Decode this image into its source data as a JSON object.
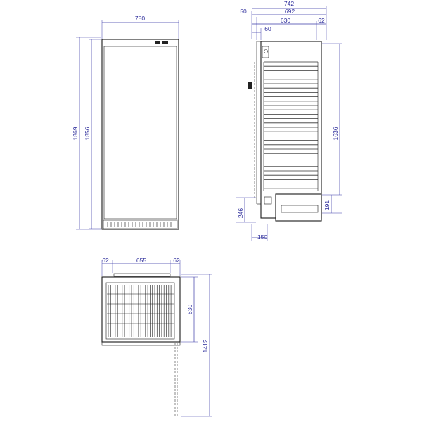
{
  "dimensions": {
    "front_width": "780",
    "front_height_total": "1869",
    "front_height_body": "1856",
    "side_total_depth": "742",
    "side_left_offset": "50",
    "side_depth_692": "692",
    "side_depth_630": "630",
    "side_right_offset": "62",
    "side_inner_offset": "60",
    "side_inner_height": "1636",
    "side_base_height": "246",
    "side_bottom_shelf": "191",
    "side_base_depth": "150",
    "top_left_offset": "62",
    "top_width_655": "655",
    "top_right_offset": "62",
    "top_depth_630": "630",
    "top_depth_open": "1412"
  }
}
